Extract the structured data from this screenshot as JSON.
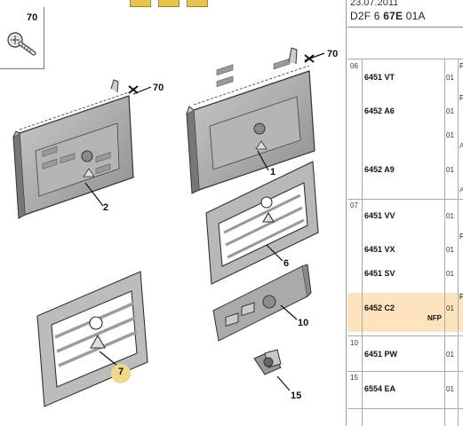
{
  "header": {
    "date": "23.07.2011",
    "ref_prefix": "D2F 6 ",
    "ref_bold": "67E",
    "ref_suffix": " 01A"
  },
  "diagram": {
    "screw_label": "70",
    "callouts": {
      "c70_top": "70",
      "c70_left": "70",
      "c1": "1",
      "c2": "2",
      "c6": "6",
      "c10": "10",
      "c7": "7",
      "c15": "15"
    },
    "highlight_color": "#f1d98a"
  },
  "parts": {
    "groups": [
      {
        "code": "06",
        "rows": [
          {
            "pn": "6451 VT",
            "qty": "01"
          },
          {
            "pn": "6452 A6",
            "qty": "01"
          },
          {
            "pn": "",
            "qty": "01"
          },
          {
            "pn": "6452 A9",
            "qty": "01"
          }
        ]
      },
      {
        "code": "07",
        "rows": [
          {
            "pn": "6451 VV",
            "qty": "01"
          },
          {
            "pn": "6451 VX",
            "qty": "01"
          },
          {
            "pn": "6451 SV",
            "qty": "01"
          },
          {
            "pn": "6452 C2",
            "qty": "01",
            "note": "NFP"
          }
        ]
      },
      {
        "code": "10",
        "rows": [
          {
            "pn": "6451 PW",
            "qty": "01"
          }
        ]
      },
      {
        "code": "15",
        "rows": [
          {
            "pn": "6554 EA",
            "qty": "01"
          }
        ]
      }
    ],
    "highlight_row_color": "#fde4bf"
  }
}
